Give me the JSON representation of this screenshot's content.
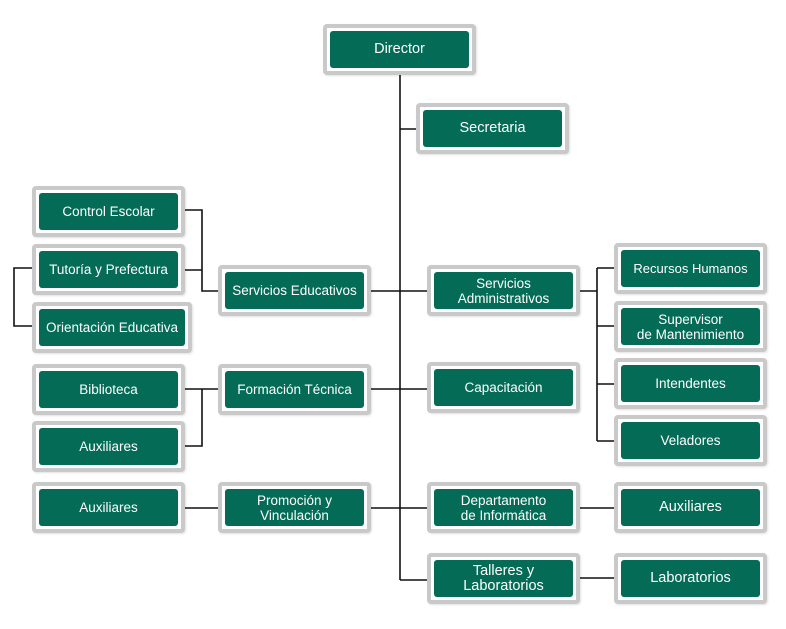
{
  "nodes": {
    "director": "Director",
    "secretaria": "Secretaria",
    "control_escolar": "Control Escolar",
    "tutoria": "Tutoría y Prefectura",
    "orientacion": "Orientación Educativa",
    "servicios_educativos": "Servicios Educativos",
    "servicios_administrativos": "Servicios\nAdministrativos",
    "recursos_humanos": "Recursos Humanos",
    "supervisor_mantenimiento": "Supervisor\nde Mantenimiento",
    "intendentes": "Intendentes",
    "veladores": "Veladores",
    "biblioteca": "Biblioteca",
    "auxiliares_formacion": "Auxiliares",
    "formacion_tecnica": "Formación Técnica",
    "capacitacion": "Capacitación",
    "auxiliares_promocion": "Auxiliares",
    "promocion_vinculacion": "Promoción y\nVinculación",
    "departamento_informatica": "Departamento\nde Informática",
    "auxiliares_informatica": "Auxiliares",
    "talleres_laboratorios": "Talleres y\nLaboratorios",
    "laboratorios": "Laboratorios"
  },
  "colors": {
    "box_fill": "#036b56",
    "box_border": "#c9c9c9",
    "connector": "#111111",
    "text": "#ffffff"
  }
}
